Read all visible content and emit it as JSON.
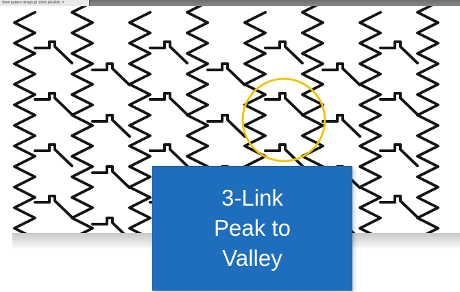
{
  "document_tab": {
    "label": "Stent pattern design @ 100% (RGB/8)",
    "close_glyph": "×"
  },
  "callout": {
    "lines": [
      "3-Link",
      "Peak to",
      "Valley"
    ],
    "background_color": "#1f6dbd",
    "text_color": "#ffffff"
  },
  "highlight": {
    "ring_color": "#f2c200"
  },
  "pattern": {
    "strut_color": "#141414",
    "background_color": "#ffffff"
  }
}
